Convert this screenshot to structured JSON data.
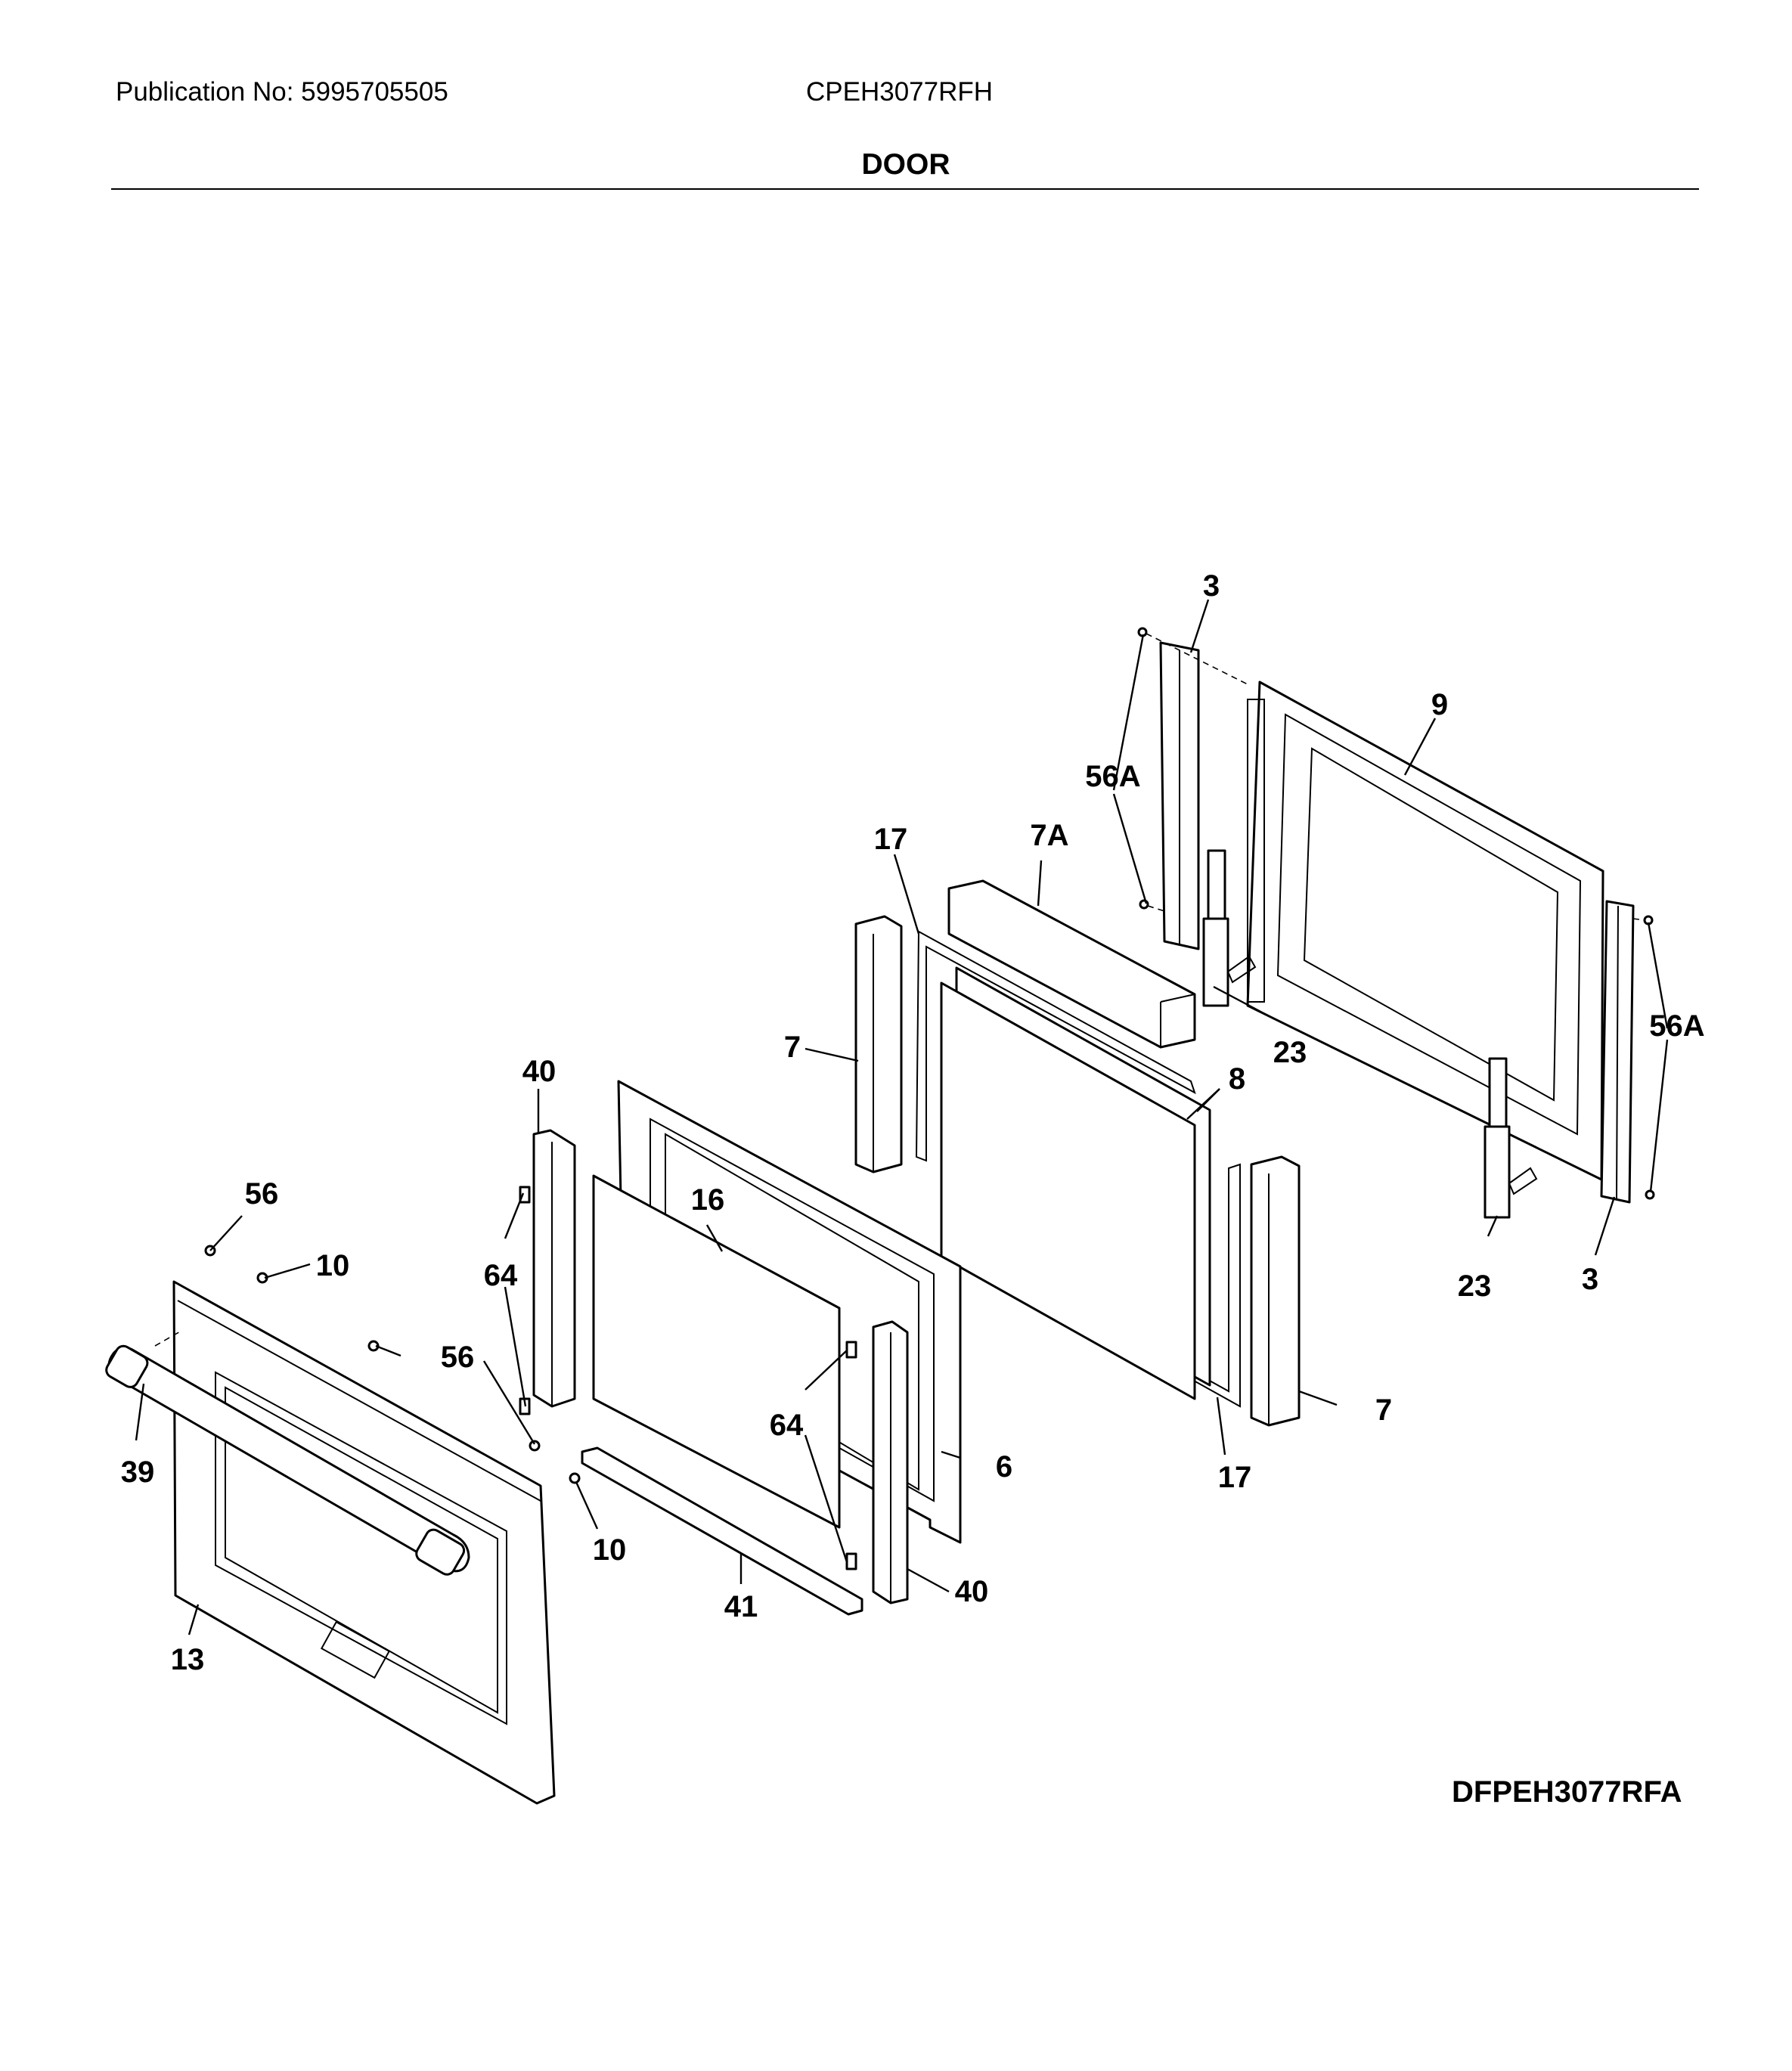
{
  "header": {
    "publication": "Publication No: 5995705505",
    "model": "CPEH3077RFH",
    "section_title": "DOOR"
  },
  "diagram_code": "DFPEH3077RFA",
  "callouts": {
    "c3_top": "3",
    "c9": "9",
    "c56a_left": "56A",
    "c17_top": "17",
    "c7a": "7A",
    "c7_left": "7",
    "c23_top": "23",
    "c8": "8",
    "c56a_right": "56A",
    "c40_top": "40",
    "c16": "16",
    "c56_top": "56",
    "c10_top": "10",
    "c64_left": "64",
    "c23_bottom": "23",
    "c3_bottom": "3",
    "c56_mid": "56",
    "c39": "39",
    "c64_mid": "64",
    "c6": "6",
    "c7_right": "7",
    "c17_bottom": "17",
    "c10_bottom": "10",
    "c40_bottom": "40",
    "c41": "41",
    "c13": "13"
  }
}
